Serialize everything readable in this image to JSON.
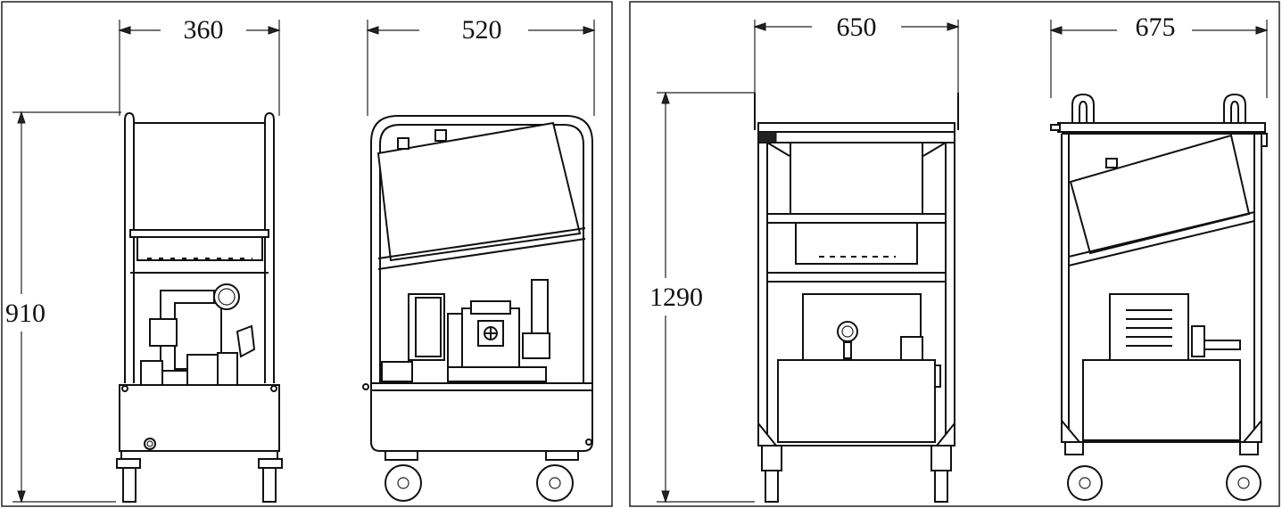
{
  "dimensions": {
    "panel1": {
      "width": "360",
      "height": "910"
    },
    "panel2": {
      "width": "520"
    },
    "panel3": {
      "width": "650",
      "height": "1290"
    },
    "panel4": {
      "width": "675"
    }
  },
  "colors": {
    "line": "#111111",
    "background": "#ffffff"
  }
}
